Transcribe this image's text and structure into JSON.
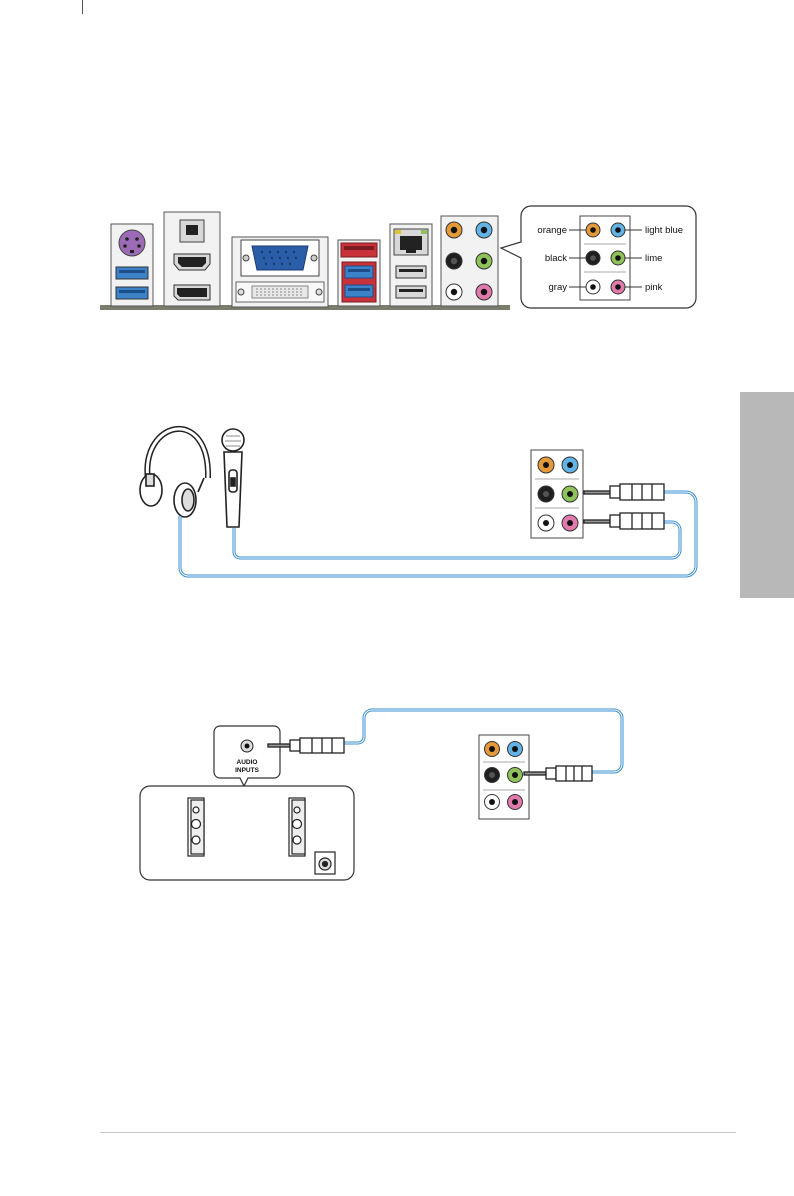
{
  "legend": {
    "orange": "orange",
    "light_blue": "light blue",
    "black": "black",
    "lime": "lime",
    "gray": "gray",
    "pink": "pink"
  },
  "speaker_box": {
    "line1": "AUDIO",
    "line2": "INPUTS"
  },
  "colors": {
    "orange": "#e59a3a",
    "light_blue": "#62b3e6",
    "black": "#1f1f1f",
    "lime": "#8fc25a",
    "gray": "#ffffff",
    "pink": "#e07aac",
    "cable": "#3a8fd0",
    "side_tab": "#b8b8b8",
    "io_base": "#7a7d6e",
    "vga_blue": "#2b5ea8",
    "usb3_blue": "#3b82c8",
    "usb_red": "#c8323a",
    "ps2_purple": "#9b6bb5"
  }
}
